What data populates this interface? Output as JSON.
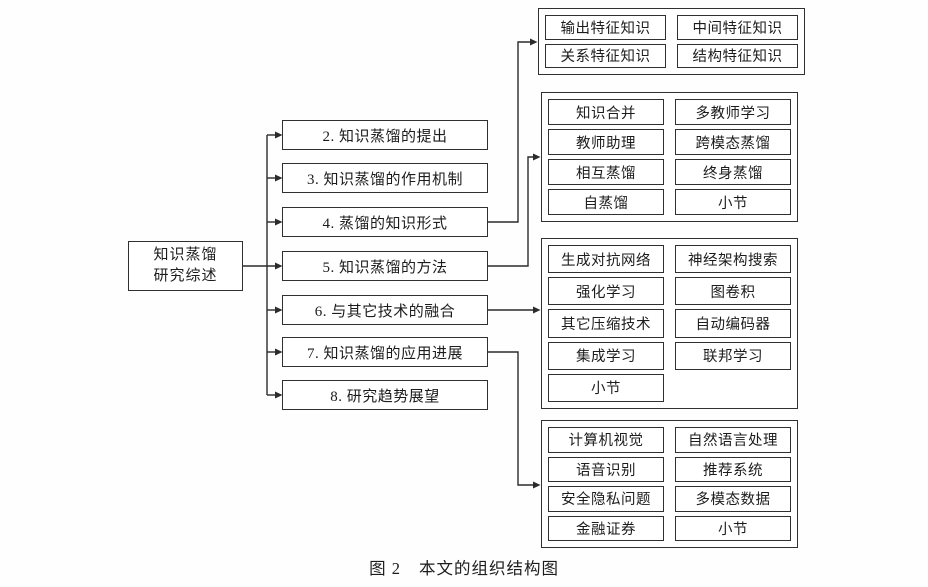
{
  "figure": {
    "root": {
      "line1": "知识蒸馏",
      "line2": "研究综述"
    },
    "chapters": [
      "2. 知识蒸馏的提出",
      "3. 知识蒸馏的作用机制",
      "4. 蒸馏的知识形式",
      "5. 知识蒸馏的方法",
      "6. 与其它技术的融合",
      "7. 知识蒸馏的应用进展",
      "8. 研究趋势展望"
    ],
    "groups": [
      {
        "left": [
          "输出特征知识",
          "关系特征知识"
        ],
        "right": [
          "中间特征知识",
          "结构特征知识"
        ]
      },
      {
        "left": [
          "知识合并",
          "教师助理",
          "相互蒸馏",
          "自蒸馏"
        ],
        "right": [
          "多教师学习",
          "跨模态蒸馏",
          "终身蒸馏",
          "小节"
        ]
      },
      {
        "left": [
          "生成对抗网络",
          "强化学习",
          "其它压缩技术",
          "集成学习",
          "小节"
        ],
        "right": [
          "神经架构搜索",
          "图卷积",
          "自动编码器",
          "联邦学习"
        ]
      },
      {
        "left": [
          "计算机视觉",
          "语音识别",
          "安全隐私问题",
          "金融证券"
        ],
        "right": [
          "自然语言处理",
          "推荐系统",
          "多模态数据",
          "小节"
        ]
      }
    ],
    "caption": {
      "label": "图 2",
      "text": "本文的组织结构图"
    },
    "colors": {
      "line": "#2b2b2b",
      "border": "#303030",
      "background": "#ffffff"
    }
  }
}
